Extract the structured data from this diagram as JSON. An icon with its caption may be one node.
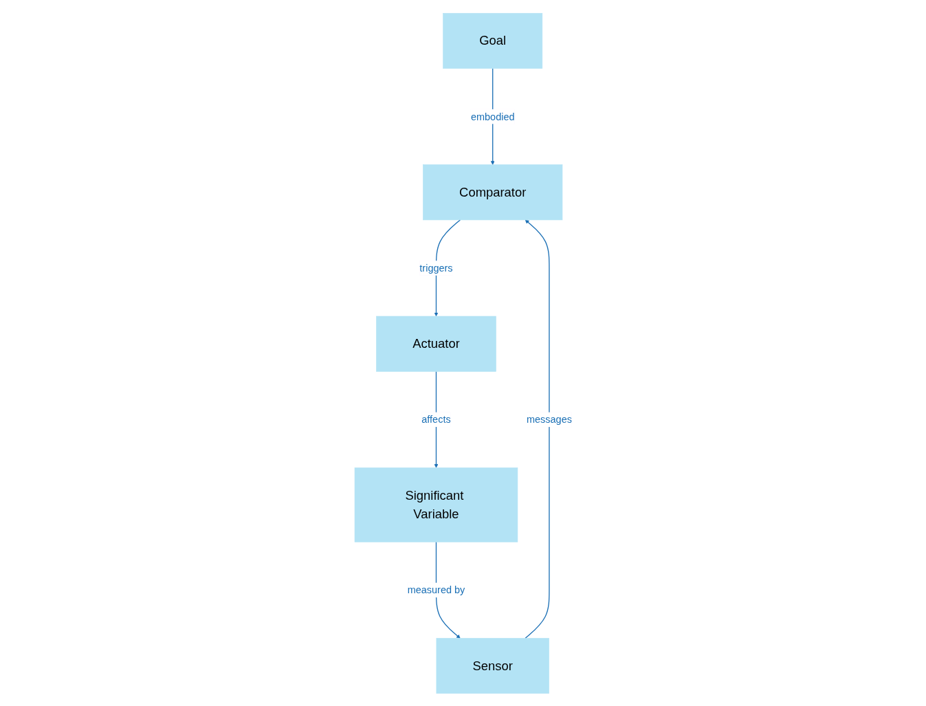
{
  "diagram": {
    "nodes": [
      {
        "text": [
          "Goal"
        ]
      },
      {
        "text": [
          "Sensor"
        ]
      },
      {
        "text": [
          "Comparator"
        ]
      },
      {
        "text": [
          "Actuator"
        ]
      },
      {
        "text": [
          "Significant Variable"
        ]
      }
    ],
    "edges": [
      {
        "from": 0,
        "to": 2,
        "arrow": "to",
        "label": "embodied"
      },
      {
        "from": 1,
        "to": 2,
        "arrow": "to",
        "label": "messages"
      },
      {
        "from": 2,
        "to": 3,
        "arrow": "to",
        "label": "triggers"
      },
      {
        "from": 3,
        "to": 4,
        "arrow": "to",
        "label": "affects"
      },
      {
        "from": 4,
        "to": 1,
        "arrow": "to",
        "label": "measured by"
      }
    ]
  }
}
